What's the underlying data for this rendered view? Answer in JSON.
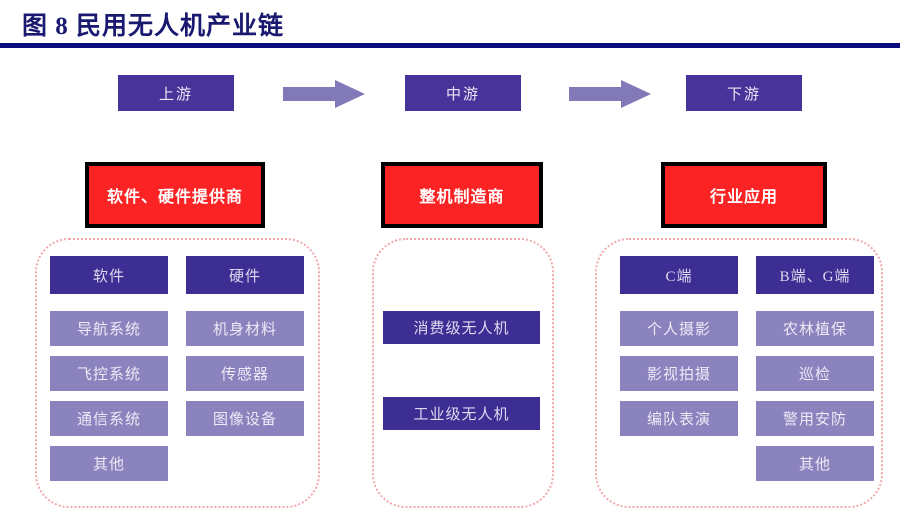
{
  "figure": {
    "title": "图 8  民用无人机产业链",
    "accent_rule_color": "#0b0b7f",
    "title_color": "#191970"
  },
  "colors": {
    "stage_box": "#48339a",
    "arrow": "#8179b8",
    "red_header": "#fb2323",
    "red_header_border": "#000000",
    "column_header": "#3d2e93",
    "sub_item": "#8b83bd",
    "panel_dash": "#f4a7ae",
    "background": "#ffffff"
  },
  "stages": [
    {
      "label": "上游"
    },
    {
      "label": "中游"
    },
    {
      "label": "下游"
    }
  ],
  "arrows": [
    {
      "name": "arrow-upstream-to-midstream"
    },
    {
      "name": "arrow-midstream-to-downstream"
    }
  ],
  "segments": [
    {
      "id": "upstream",
      "header": "软件、硬件提供商",
      "columns": [
        {
          "header": "软件",
          "items": [
            "导航系统",
            "飞控系统",
            "通信系统",
            "其他"
          ]
        },
        {
          "header": "硬件",
          "items": [
            "机身材料",
            "传感器",
            "图像设备"
          ]
        }
      ]
    },
    {
      "id": "midstream",
      "header": "整机制造商",
      "items": [
        "消费级无人机",
        "工业级无人机"
      ]
    },
    {
      "id": "downstream",
      "header": "行业应用",
      "columns": [
        {
          "header": "C端",
          "items": [
            "个人摄影",
            "影视拍摄",
            "编队表演"
          ]
        },
        {
          "header": "B端、G端",
          "items": [
            "农林植保",
            "巡检",
            "警用安防",
            "其他"
          ]
        }
      ]
    }
  ]
}
